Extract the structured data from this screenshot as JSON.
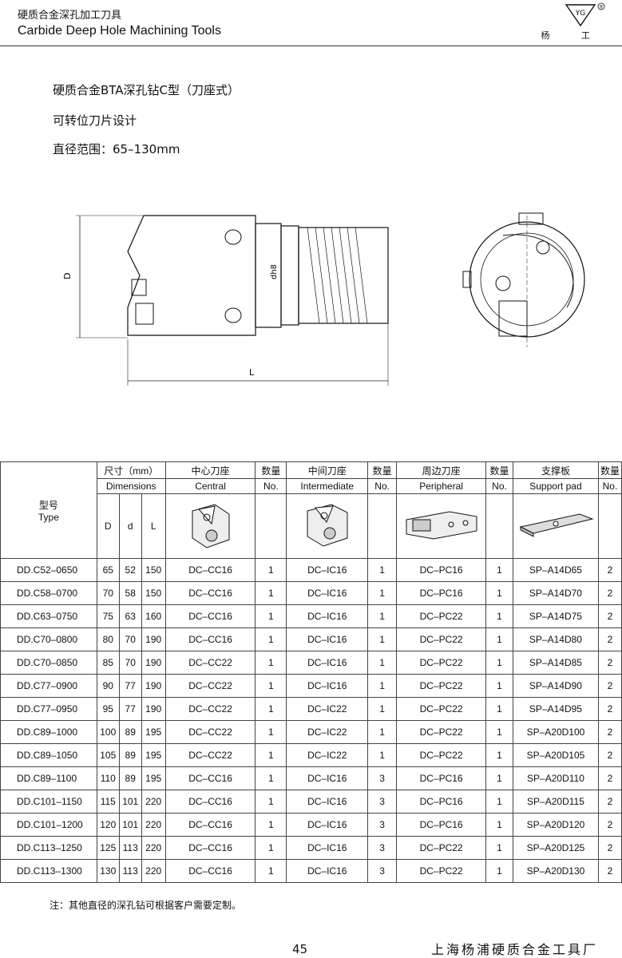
{
  "header": {
    "title_cn": "硬质合金深孔加工刀具",
    "title_en": "Carbide Deep Hole Machining Tools",
    "brand_mark": "YG",
    "brand_name": "杨 工"
  },
  "features": {
    "line1": "硬质合金BTA深孔钻C型（刀座式）",
    "line2": "可转位刀片设计",
    "line3": "直径范围：65–130mm"
  },
  "drawing_labels": {
    "D": "D",
    "dh8": "dh8",
    "L": "L"
  },
  "table": {
    "type_cn": "型号",
    "type_en": "Type",
    "dims_cn": "尺寸（mm）",
    "dims_en": "Dimensions",
    "central_cn": "中心刀座",
    "central_en": "Central",
    "inter_cn": "中间刀座",
    "inter_en": "Intermediate",
    "peri_cn": "周边刀座",
    "peri_en": "Peripheral",
    "pad_cn": "支撑板",
    "pad_en": "Support pad",
    "qty_cn": "数量",
    "qty_en": "No.",
    "col_D": "D",
    "col_d": "d",
    "col_L": "L",
    "rows": [
      [
        "DD.C52–0650",
        "65",
        "52",
        "150",
        "DC–CC16",
        "1",
        "DC–IC16",
        "1",
        "DC–PC16",
        "1",
        "SP–A14D65",
        "2"
      ],
      [
        "DD.C58–0700",
        "70",
        "58",
        "150",
        "DC–CC16",
        "1",
        "DC–IC16",
        "1",
        "DC–PC16",
        "1",
        "SP–A14D70",
        "2"
      ],
      [
        "DD.C63–0750",
        "75",
        "63",
        "160",
        "DC–CC16",
        "1",
        "DC–IC16",
        "1",
        "DC–PC22",
        "1",
        "SP–A14D75",
        "2"
      ],
      [
        "DD.C70–0800",
        "80",
        "70",
        "190",
        "DC–CC16",
        "1",
        "DC–IC16",
        "1",
        "DC–PC22",
        "1",
        "SP–A14D80",
        "2"
      ],
      [
        "DD.C70–0850",
        "85",
        "70",
        "190",
        "DC–CC22",
        "1",
        "DC–IC16",
        "1",
        "DC–PC22",
        "1",
        "SP–A14D85",
        "2"
      ],
      [
        "DD.C77–0900",
        "90",
        "77",
        "190",
        "DC–CC22",
        "1",
        "DC–IC16",
        "1",
        "DC–PC22",
        "1",
        "SP–A14D90",
        "2"
      ],
      [
        "DD.C77–0950",
        "95",
        "77",
        "190",
        "DC–CC22",
        "1",
        "DC–IC22",
        "1",
        "DC–PC22",
        "1",
        "SP–A14D95",
        "2"
      ],
      [
        "DD.C89–1000",
        "100",
        "89",
        "195",
        "DC–CC22",
        "1",
        "DC–IC22",
        "1",
        "DC–PC22",
        "1",
        "SP–A20D100",
        "2"
      ],
      [
        "DD.C89–1050",
        "105",
        "89",
        "195",
        "DC–CC22",
        "1",
        "DC–IC22",
        "1",
        "DC–PC22",
        "1",
        "SP–A20D105",
        "2"
      ],
      [
        "DD.C89–1100",
        "110",
        "89",
        "195",
        "DC–CC16",
        "1",
        "DC–IC16",
        "3",
        "DC–PC16",
        "1",
        "SP–A20D110",
        "2"
      ],
      [
        "DD.C101–1150",
        "115",
        "101",
        "220",
        "DC–CC16",
        "1",
        "DC–IC16",
        "3",
        "DC–PC16",
        "1",
        "SP–A20D115",
        "2"
      ],
      [
        "DD.C101–1200",
        "120",
        "101",
        "220",
        "DC–CC16",
        "1",
        "DC–IC16",
        "3",
        "DC–PC16",
        "1",
        "SP–A20D120",
        "2"
      ],
      [
        "DD.C113–1250",
        "125",
        "113",
        "220",
        "DC–CC16",
        "1",
        "DC–IC16",
        "3",
        "DC–PC22",
        "1",
        "SP–A20D125",
        "2"
      ],
      [
        "DD.C113–1300",
        "130",
        "113",
        "220",
        "DC–CC16",
        "1",
        "DC–IC16",
        "3",
        "DC–PC22",
        "1",
        "SP–A20D130",
        "2"
      ]
    ]
  },
  "note": "注：其他直径的深孔钻可根据客户需要定制。",
  "page_number": "45",
  "maker": "上海杨浦硬质合金工具厂"
}
